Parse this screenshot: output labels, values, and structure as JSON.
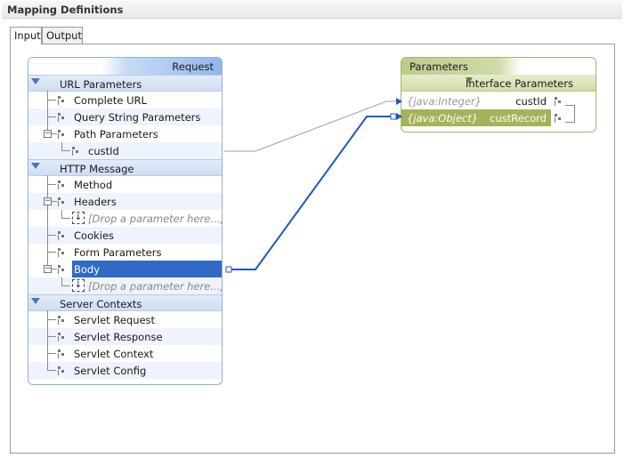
{
  "window": {
    "title": "Mapping Definitions"
  },
  "tabs": [
    {
      "label": "Input",
      "active": true
    },
    {
      "label": "Output",
      "active": false
    }
  ],
  "request": {
    "title": "Request",
    "sections": [
      {
        "label": "URL Parameters"
      },
      {
        "label": "HTTP Message"
      },
      {
        "label": "Server Contexts"
      }
    ],
    "url_items": [
      "Complete URL",
      "Query String Parameters",
      "Path Parameters"
    ],
    "path_child": "custId",
    "http_items": [
      "Method",
      "Headers",
      "Cookies",
      "Form Parameters",
      "Body"
    ],
    "drop_placeholder": "[Drop a parameter here...]",
    "server_items": [
      "Servlet Request",
      "Servlet Response",
      "Servlet Context",
      "Servlet Config"
    ]
  },
  "parameters": {
    "title": "Parameters",
    "interface_title": "Interface Parameters",
    "items": [
      {
        "type": "{java:Integer}",
        "name": "custId",
        "selected": false
      },
      {
        "type": "{java:Object}",
        "name": "custRecord",
        "selected": true
      }
    ]
  },
  "colors": {
    "selection": "#316ac5",
    "mapping_line": "#1f56c5",
    "mapping_line_inactive": "#a0a0a0",
    "param_selection": "#a3b35a"
  },
  "icons": [
    "tree-node-icon",
    "expand-collapse-icon",
    "drop-parameter-icon",
    "dropdown-arrow-icon"
  ]
}
